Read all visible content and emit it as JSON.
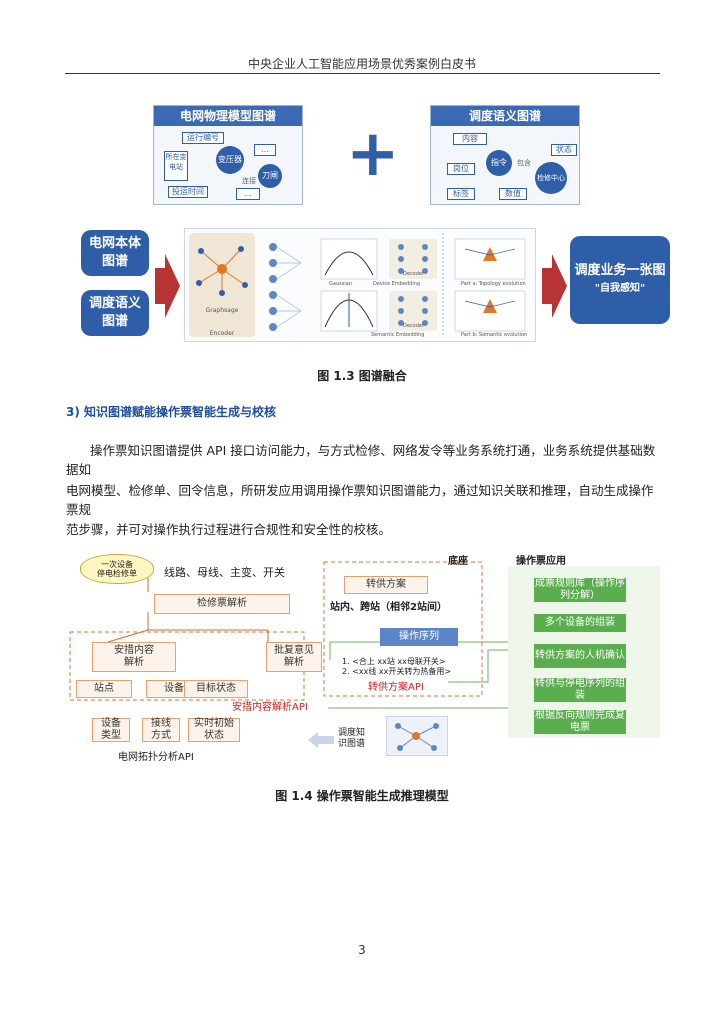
{
  "header": {
    "title": "中央企业人工智能应用场景优秀案例白皮书"
  },
  "figure_1_3": {
    "grid_panel": {
      "title": "电网物理模型图谱",
      "nodes": [
        "运行编号",
        "所在变电站",
        "投运时间",
        "…",
        "…",
        "变压器",
        "刀闸",
        "连接"
      ]
    },
    "dispatch_panel": {
      "title": "调度语义图谱",
      "nodes": [
        "内容",
        "岗位",
        "标签",
        "数值",
        "状态",
        "指令",
        "检修中心",
        "包含"
      ]
    },
    "plus": "+",
    "left_buttons": [
      "电网本体\n图谱",
      "调度语义\n图谱"
    ],
    "pipeline_labels": [
      "Graphsage",
      "Encoder",
      "Gaussian",
      "Device Embedding",
      "Decoder",
      "Part a: Topology evolution",
      "Semantic Embedding",
      "Part b: Semantic evolution"
    ],
    "result_title": "调度业务一张图",
    "result_sub": "\"自我感知\"",
    "caption": "图 1.3  图谱融合"
  },
  "section": {
    "heading": "3)   知识图谱赋能操作票智能生成与校核",
    "paragraph_lines": [
      "操作票知识图谱提供 API 接口访问能力，与方式检修、网络发令等业务系统打通，业务系统提供基础数据如",
      "电网模型、检修单、回令信息，所研发应用调用操作票知识图谱能力，通过知识关联和推理，自动生成操作票规",
      "范步骤，并可对操作执行过程进行合规性和安全性的校核。"
    ]
  },
  "figure_1_4": {
    "top_oval": "一次设备\n停电检修单",
    "lines_text": "线路、母线、主变、开关",
    "parse_box": "检修票解析",
    "security_box": "安措内容\n解析",
    "review_box": "批复意见\n解析",
    "bottom_items": [
      "站点",
      "设备",
      "目标状态"
    ],
    "security_api": "安措内容解析API",
    "topo_items": [
      "设备\n类型",
      "接线\n方式",
      "实时初始\n状态"
    ],
    "topo_api": "电网拓扑分析API",
    "base_label": "底座",
    "plan_box": "转供方案",
    "station_text": "站内、跨站（相邻2站间）",
    "op_seq_box": "操作序列",
    "rules": [
      "1.   <合上 xx站 xx母联开关>",
      "2.   <xx线 xx开关转为热备用>"
    ],
    "plan_api": "转供方案API",
    "kg_label": "调度知\n识图谱",
    "app_title": "操作票应用",
    "app_steps": [
      "成票规则库（操作序列分解）",
      "多个设备的组装",
      "转供方案的人机确认",
      "转供与停电序列的组装",
      "根据反向规则完成复电票"
    ],
    "caption": "图 1.4  操作票智能生成推理模型"
  },
  "page_number": "3"
}
